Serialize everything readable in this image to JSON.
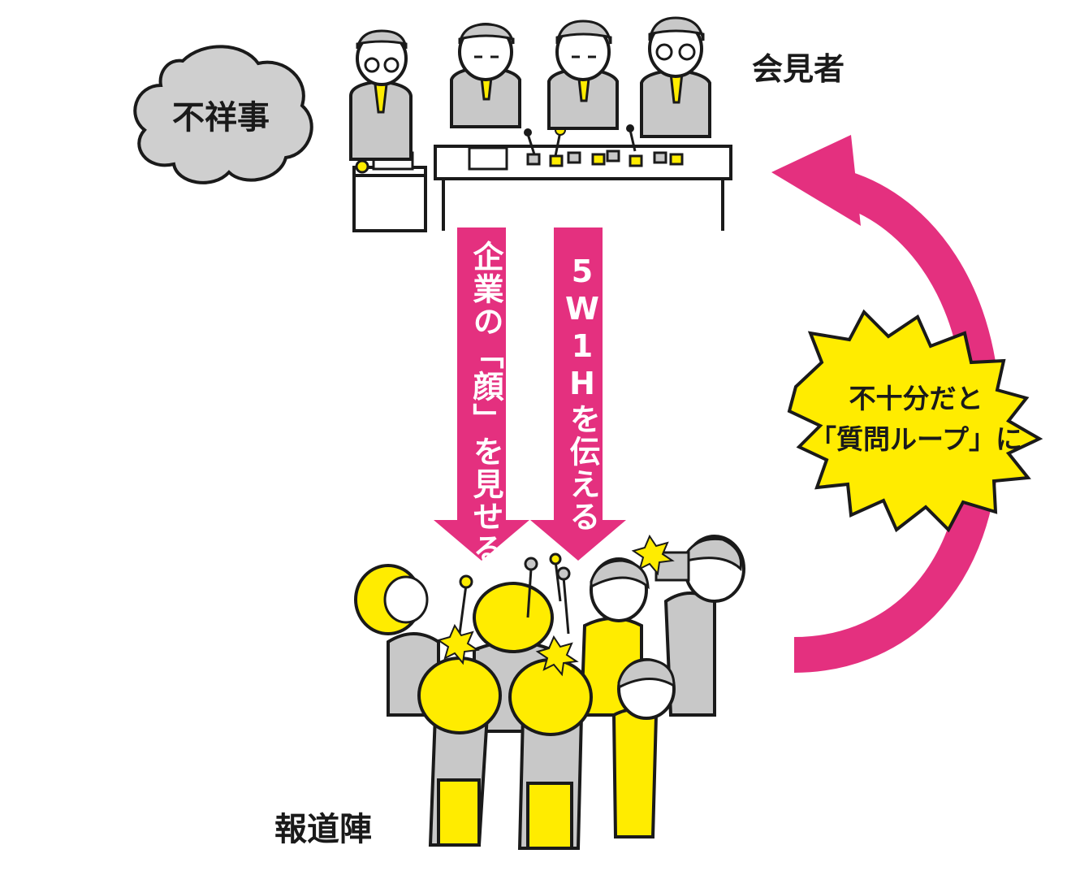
{
  "cloud_label": "不祥事",
  "speakers_label": "会見者",
  "press_label": "報道陣",
  "arrow_left_text": "企業の「顔」を見せる",
  "arrow_right_text": "5W1Hを伝える",
  "burst_line1": "不十分だと",
  "burst_line2": "「質問ループ」に",
  "colors": {
    "magenta": "#e4307f",
    "yellow": "#ffec00",
    "gray": "#c8c8c8",
    "cloud": "#cfcfcf",
    "ink": "#1a1a1a"
  }
}
